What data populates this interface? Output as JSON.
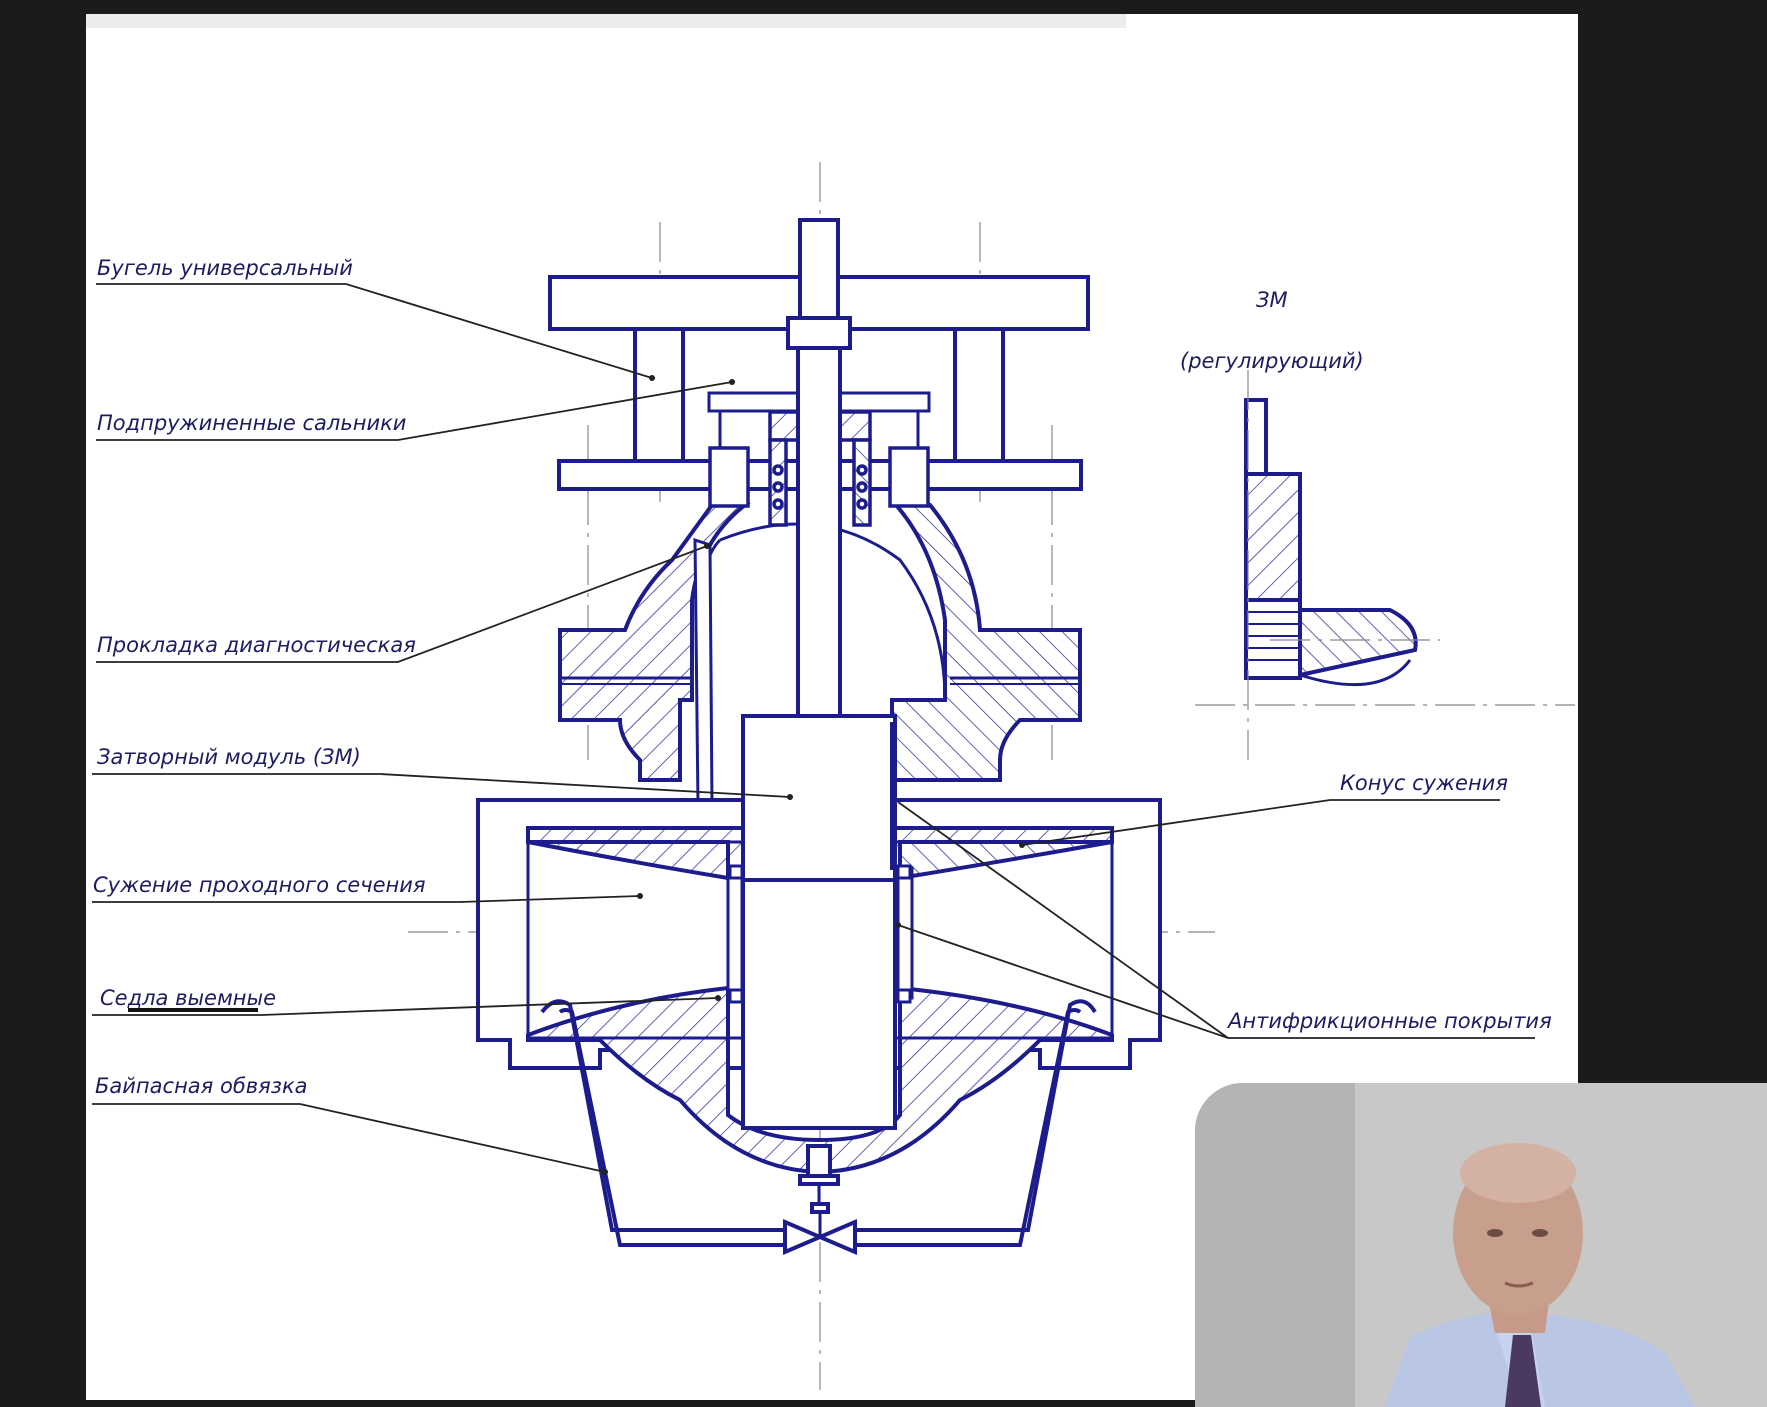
{
  "labels": {
    "bugel": "Бугель универсальный",
    "salniki": "Подпружиненные сальники",
    "prokladka": "Прокладка диагностическая",
    "zatvor": "Затворный модуль (ЗМ)",
    "suzhenie": "Сужение проходного сечения",
    "sedla": "Седла выемные",
    "baipas": "Байпасная обвязка",
    "konus": "Конус сужения",
    "antifr": "Антифрикционные покрытия",
    "zm_title": "ЗМ",
    "zm_sub": "(регулирующий)"
  },
  "colors": {
    "line": "#1c1c8c",
    "hatch": "#3a3a9a",
    "background": "#ffffff",
    "frame": "#1b1b1b"
  },
  "webcam": {
    "icon": "presenter-video"
  }
}
